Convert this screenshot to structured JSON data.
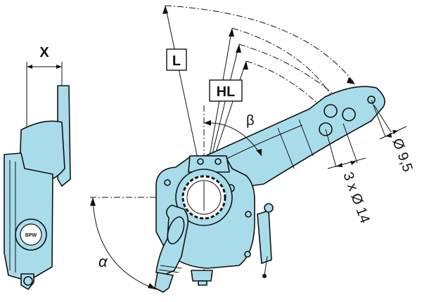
{
  "labels": {
    "x_dimension": "X",
    "lever_length": "L",
    "hole_lengths": "HL",
    "angle_beta": "β",
    "angle_alpha": "α",
    "pin_diameter": "Ø 9,5",
    "holes": "3 x Ø 14",
    "badge_text": "BPW"
  },
  "colors": {
    "part_fill": "#a9dcea",
    "outline": "#111111"
  }
}
